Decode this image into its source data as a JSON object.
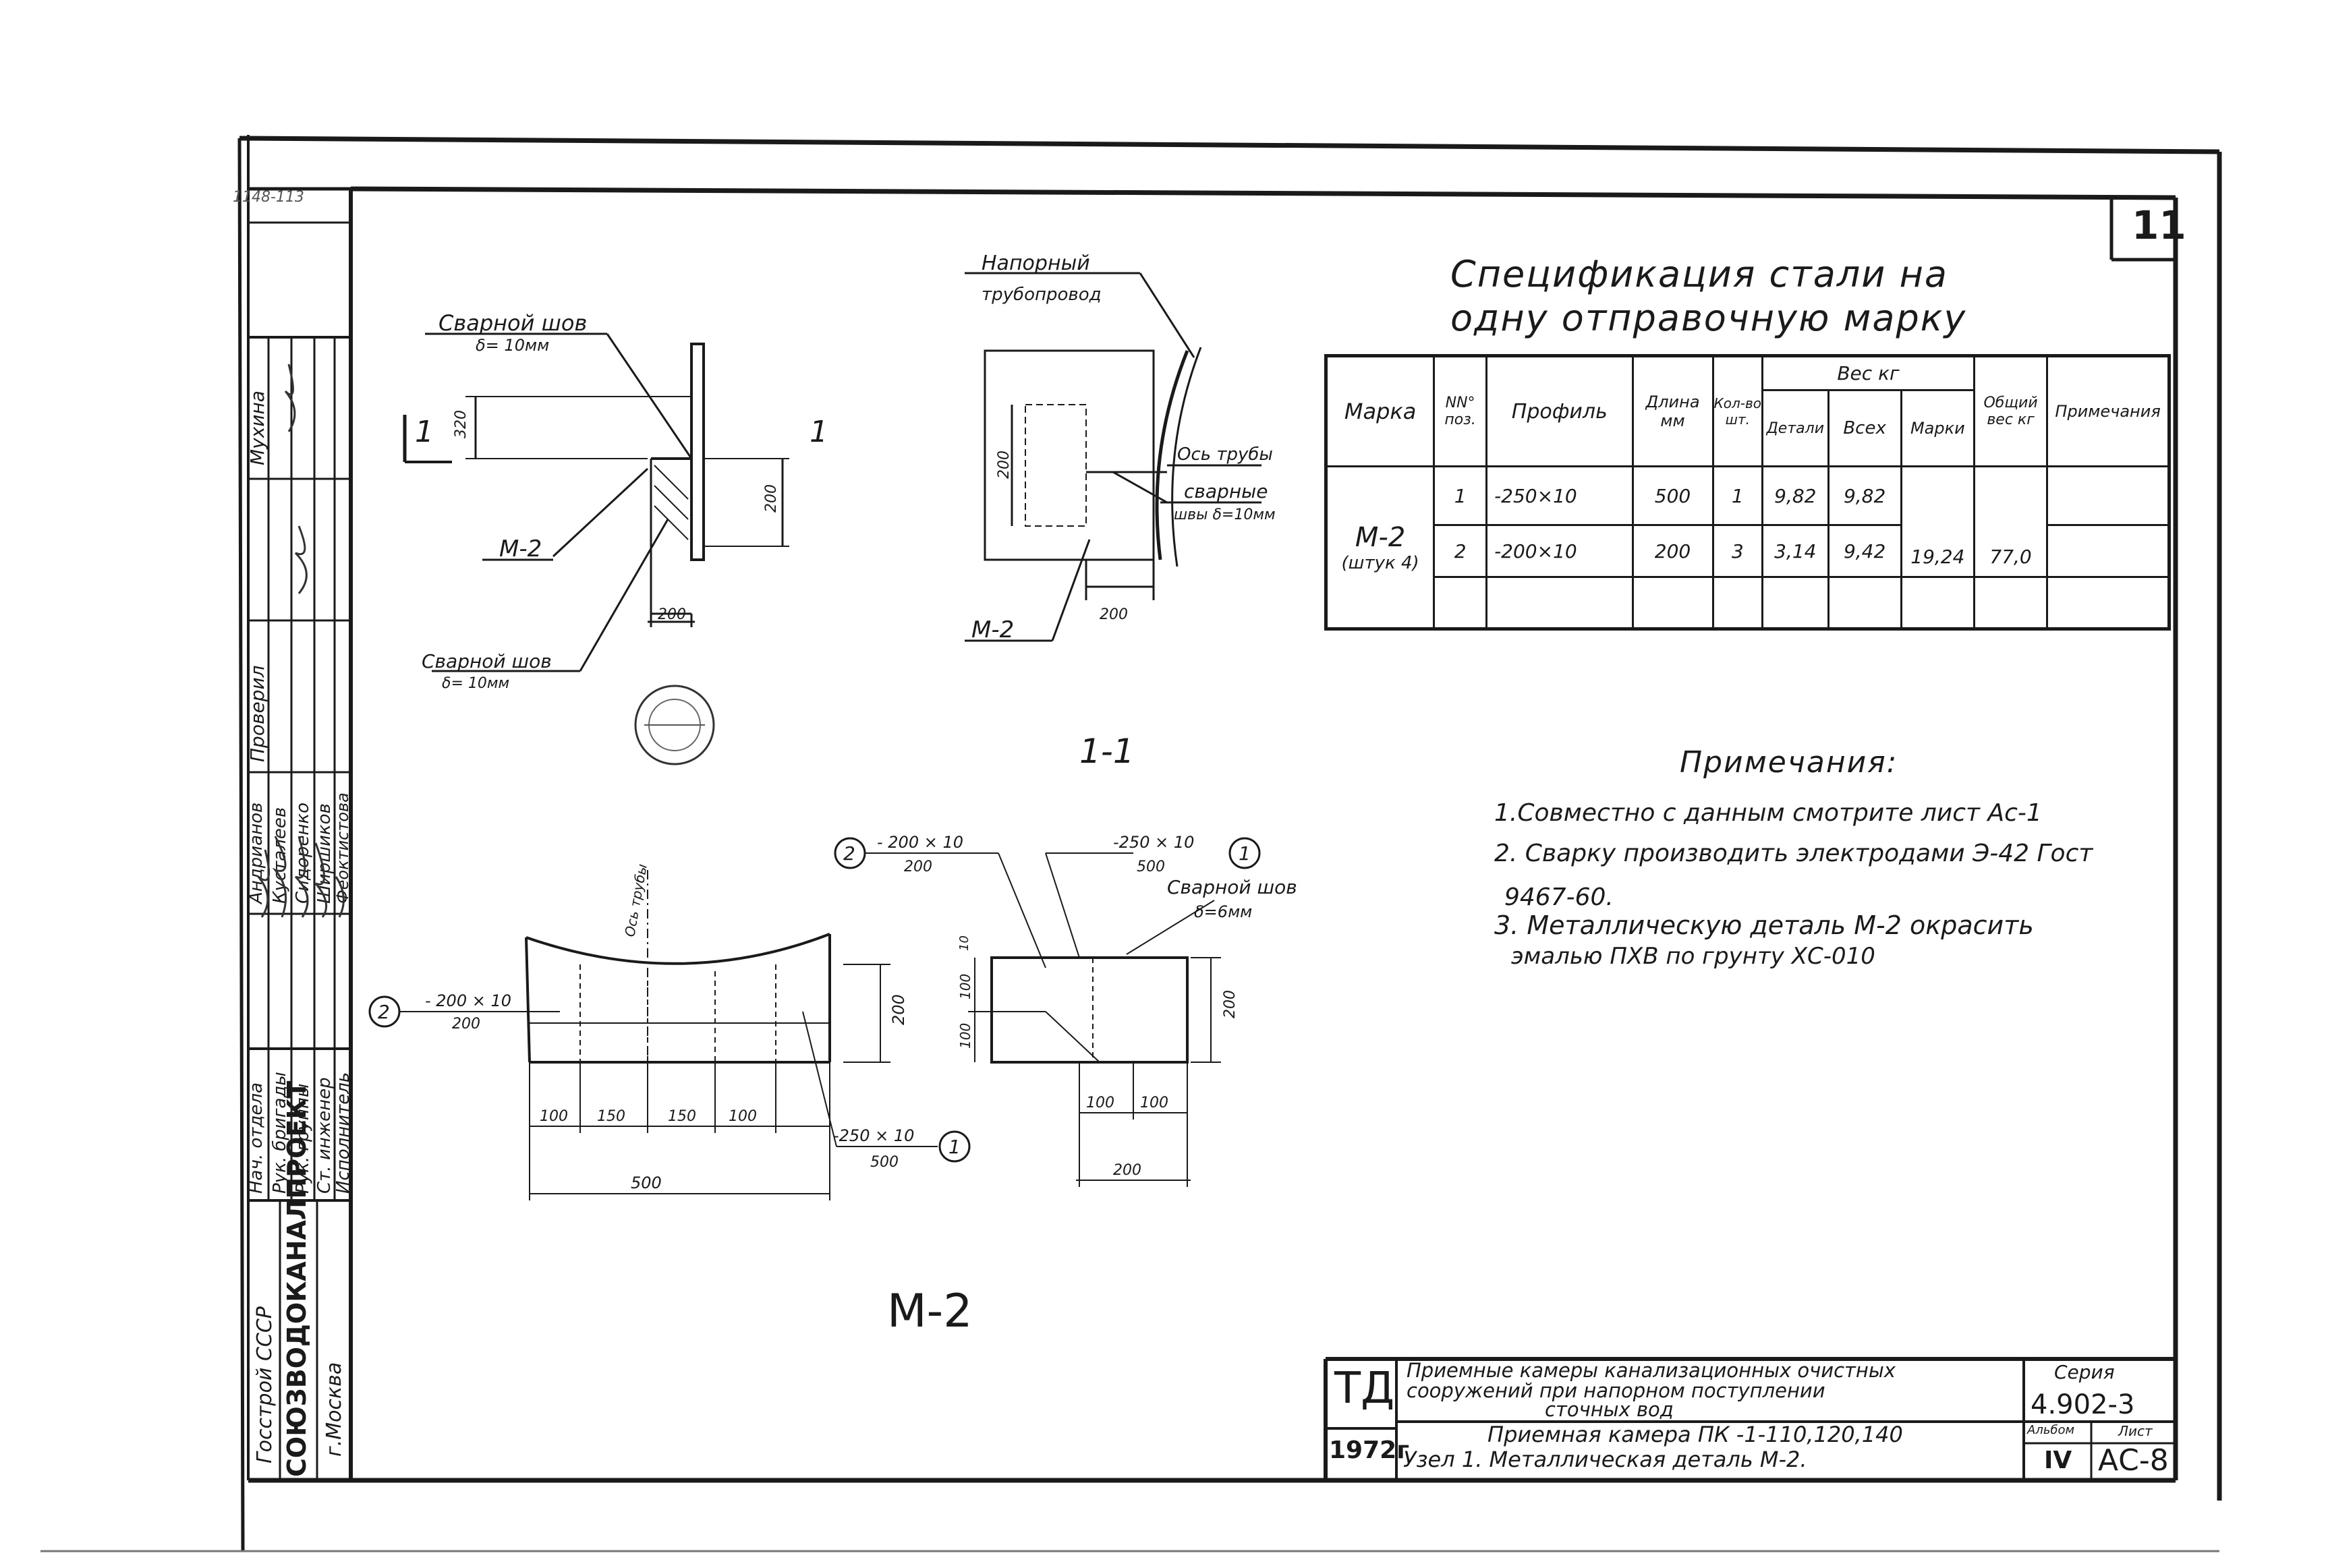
{
  "sheet_number": "11",
  "top_stamp": "1148-113",
  "spec": {
    "title_line1": "Спецификация   стали  на",
    "title_line2": "одну   отправочную  марку",
    "headers": {
      "marka": "Марка",
      "nn_poz": "NN° поз.",
      "profil": "Профиль",
      "dlina": "Длина мм",
      "kol_vo": "Кол-во шт.",
      "ves_kg": "Вес   кг",
      "detali": "Детали",
      "vseh": "Всех",
      "marki": "Марки",
      "obshiy_ves": "Общий вес кг",
      "primechaniya": "Примечания"
    },
    "mark_name": "М-2",
    "mark_count": "(штук 4)",
    "rows": [
      {
        "poz": "1",
        "profil": "-250×10",
        "dlina": "500",
        "kol": "1",
        "detali": "9,82",
        "vseh": "9,82"
      },
      {
        "poz": "2",
        "profil": "-200×10",
        "dlina": "200",
        "kol": "3",
        "detali": "3,14",
        "vseh": "9,42"
      }
    ],
    "marki_total": "19,24",
    "obshiy_total": "77,0"
  },
  "notes": {
    "title": "Примечания:",
    "n1": "1.Совместно с данным смотрите лист Ас-1",
    "n2a": "2. Сварку производить  электродами Э-42 Гост",
    "n2b": "9467-60.",
    "n3a": "3. Металлическую деталь М-2 окрасить",
    "n3b": "эмалью ПХВ по грунту ХС-010"
  },
  "drawing_top_left": {
    "weld_label": "Сварной шов",
    "weld_delta": "δ= 10мм",
    "section_mark": "1",
    "dim_320": "320",
    "dim_200": "200",
    "dim_200b": "200",
    "m2": "М-2",
    "weld_label2": "Сварной шов",
    "weld_delta2": "δ= 10мм"
  },
  "drawing_top_mid": {
    "pipe_label1": "Напорный",
    "pipe_label2": "трубопровод",
    "axis_label": "Ось трубы",
    "welds1": "сварные",
    "welds2": "швы δ=10мм",
    "dim_200": "200",
    "dim_200b": "200",
    "m2": "М-2",
    "section": "1-1"
  },
  "drawing_bottom_left": {
    "leader2a": "- 200 × 10",
    "leader2b": "200",
    "pos2": "2",
    "axis_label": "Ось трубы",
    "leader1a": "-250 × 10",
    "leader1b": "500",
    "pos1": "1",
    "dim_100a": "100",
    "dim_150a": "150",
    "dim_150b": "150",
    "dim_100b": "100",
    "dim_500": "500",
    "dim_200": "200"
  },
  "drawing_bottom_right": {
    "leader2a": "- 200 × 10",
    "leader2b": "200",
    "pos2": "2",
    "leader1a": "-250 × 10",
    "leader1b": "500",
    "pos1": "1",
    "weld_label": "Сварной шов",
    "weld_delta": "δ=6мм",
    "dim_10": "10",
    "dim_100a": "100",
    "dim_100b": "100",
    "dim_200v": "200",
    "dim_100c": "100",
    "dim_100d": "100",
    "dim_200": "200"
  },
  "part_label": "М-2",
  "title_block": {
    "td": "ТД",
    "year": "1972г",
    "desc1": "Приемные камеры канализационных очистных",
    "desc2": "сооружений при напорном поступлении",
    "desc3": "сточных вод",
    "desc4": "Приемная камера ПК -1-110,120,140",
    "desc5": "Узел 1. Металлическая деталь М-2.",
    "seriya_label": "Серия",
    "seriya": "4.902-3",
    "albom_label": "Альбом",
    "albom": "IV",
    "list_label": "Лист",
    "list": "АС-8"
  },
  "left_block": {
    "org1": "Госстрой СССР",
    "org2": "СОЮЗВОДОКАНАЛПРОЕКТ",
    "org3": "г.Москва",
    "roles": [
      "Нач. отдела",
      "Рук. бригады",
      "Рук. группы",
      "Ст. инженер",
      "Исполнитель"
    ],
    "names": [
      "Андрианов",
      "Кусталеев",
      "Сидоренко",
      "Ширшиков",
      "Феоктистова"
    ],
    "checked": "Проверил",
    "checker": "Мухина"
  }
}
